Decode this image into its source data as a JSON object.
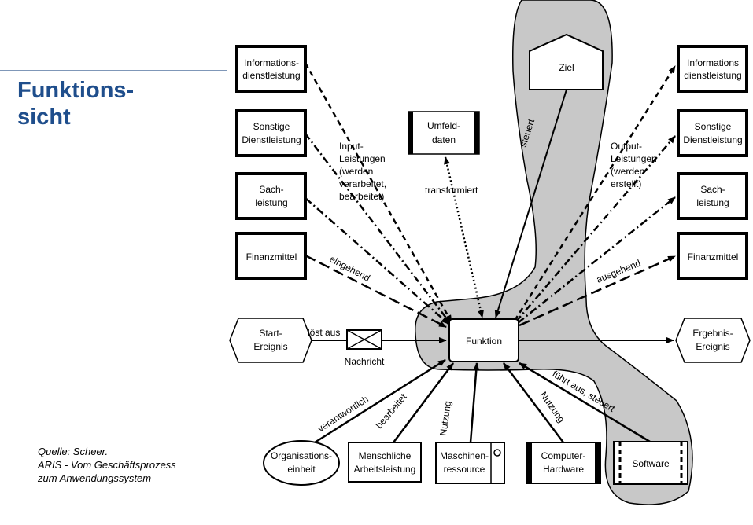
{
  "title": {
    "line1": "Funktions-",
    "line2": "sicht"
  },
  "source": {
    "line1": "Quelle: Scheer.",
    "line2": "ARIS - Vom Geschäftsprozess",
    "line3": "zum Anwendungssystem"
  },
  "colors": {
    "title": "#1f4e8c",
    "blob_fill": "#c8c8c8",
    "stroke": "#000000"
  },
  "nodes": {
    "left_info_1": "Informations-",
    "left_info_2": "dienstleistung",
    "left_sonst_1": "Sonstige",
    "left_sonst_2": "Dienstleistung",
    "left_sach_1": "Sach-",
    "left_sach_2": "leistung",
    "left_finanz": "Finanzmittel",
    "start_1": "Start-",
    "start_2": "Ereignis",
    "umfeld_1": "Umfeld-",
    "umfeld_2": "daten",
    "ziel": "Ziel",
    "funktion": "Funktion",
    "right_info_1": "Informations",
    "right_info_2": "dienstleistung",
    "right_sonst_1": "Sonstige",
    "right_sonst_2": "Dienstleistung",
    "right_sach_1": "Sach-",
    "right_sach_2": "leistung",
    "right_finanz": "Finanzmittel",
    "ergebnis_1": "Ergebnis-",
    "ergebnis_2": "Ereignis",
    "org_1": "Organisations-",
    "org_2": "einheit",
    "mensch_1": "Menschliche",
    "mensch_2": "Arbeitsleistung",
    "maschine_1": "Maschinen-",
    "maschine_2": "ressource",
    "computer_1": "Computer-",
    "computer_2": "Hardware",
    "software": "Software",
    "nachricht": "Nachricht"
  },
  "labels": {
    "input_1": "Input-",
    "input_2": "Leistungen",
    "input_3": "(werden",
    "input_4": "verarbeitet,",
    "input_5": "bearbeitet)",
    "output_1": "Output-",
    "output_2": "Leistungen",
    "output_3": "(werden",
    "output_4": "erstellt)",
    "transformiert": "transformiert",
    "steuert": "steuert",
    "eingehend": "eingehend",
    "ausgehend": "ausgehend",
    "loest_aus": "löst aus",
    "verantwortlich": "verantwortlich",
    "bearbeitet": "bearbeitet",
    "nutzung_1": "Nutzung",
    "nutzung_2": "Nutzung",
    "fuehrt_aus": "führt aus, steuert"
  }
}
